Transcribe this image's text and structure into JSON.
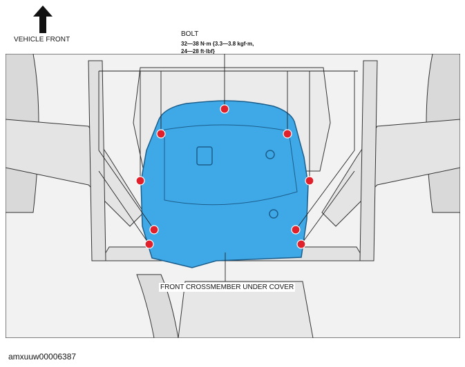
{
  "labels": {
    "vehicle_front": "VEHICLE FRONT",
    "bolt_title": "BOLT",
    "bolt_spec_line1": "32—38 N·m {3.3—3.8 kgf·m,",
    "bolt_spec_line2": "24—28 ft·lbf}",
    "cover": "FRONT CROSSMEMBER UNDER COVER",
    "image_code": "amxuuw00006387"
  },
  "colors": {
    "cover_fill": "#3fa9e8",
    "bolt_marker": "#e0202a",
    "line_art": "#333333"
  },
  "icons": {
    "direction": "arrow-up-icon"
  }
}
